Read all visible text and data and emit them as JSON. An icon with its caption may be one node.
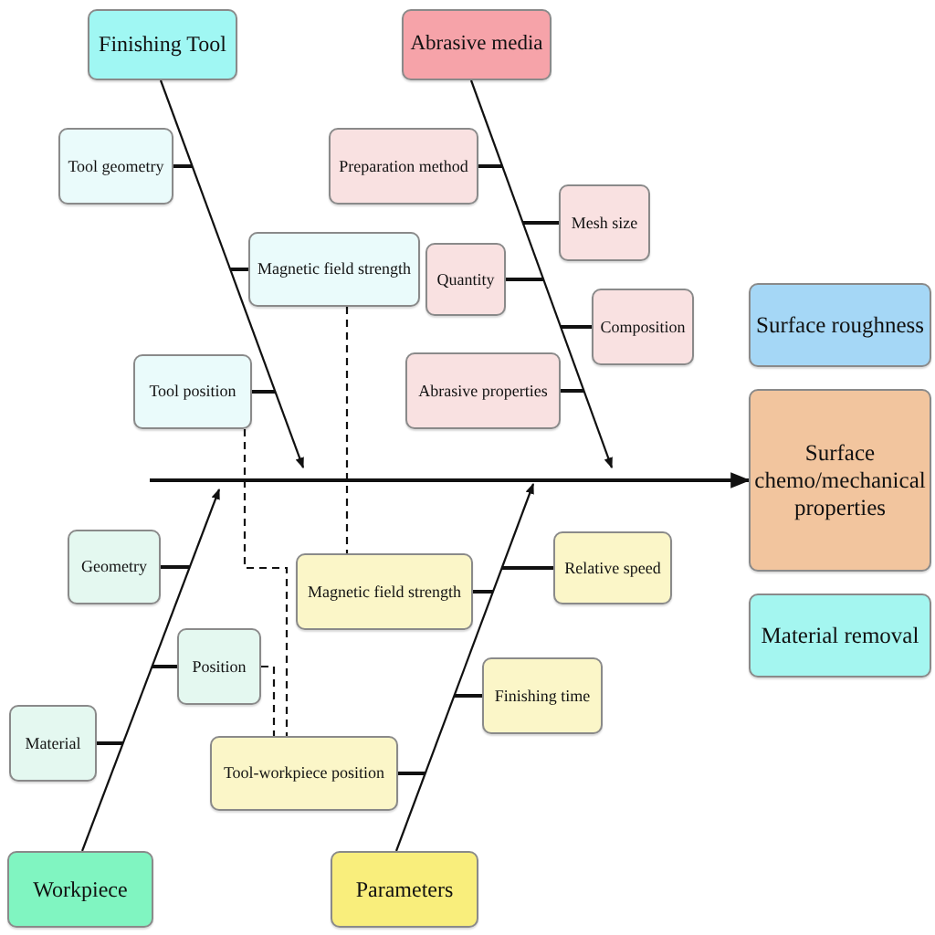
{
  "diagram": {
    "nodes": [
      {
        "text": [
          "Finishing Tool"
        ]
      },
      {
        "text": [
          "Abrasive media"
        ]
      },
      {
        "text": [
          "Tool geometry"
        ]
      },
      {
        "text": [
          "Preparation method"
        ]
      },
      {
        "text": [
          "Magnetic field strength"
        ]
      },
      {
        "text": [
          "Mesh size"
        ]
      },
      {
        "text": [
          "Quantity"
        ]
      },
      {
        "text": [
          "Composition"
        ]
      },
      {
        "text": [
          "Tool position"
        ]
      },
      {
        "text": [
          "Abrasive properties"
        ]
      },
      {
        "text": [
          "Surface roughness"
        ]
      },
      {
        "text": [
          "Surface chemo/mechanical properties"
        ]
      },
      {
        "text": [
          "Material removal"
        ]
      },
      {
        "text": [
          "Geometry"
        ]
      },
      {
        "text": [
          "Magnetic field strength"
        ]
      },
      {
        "text": [
          "Relative speed"
        ]
      },
      {
        "text": [
          "Position"
        ]
      },
      {
        "text": [
          "Finishing time"
        ]
      },
      {
        "text": [
          "Material"
        ]
      },
      {
        "text": [
          "Tool-workpiece position"
        ]
      },
      {
        "text": [
          "Workpiece"
        ]
      },
      {
        "text": [
          "Parameters"
        ]
      }
    ],
    "edges": [
      {
        "from": null,
        "to": 11,
        "arrow": "to"
      },
      {
        "from": 0,
        "to": null,
        "arrow": "to"
      },
      {
        "from": 1,
        "to": null,
        "arrow": "to"
      },
      {
        "from": 20,
        "to": null,
        "arrow": "to"
      },
      {
        "from": 21,
        "to": null,
        "arrow": "to"
      },
      {
        "from": 2,
        "to": null,
        "arrow": "none"
      },
      {
        "from": 4,
        "to": null,
        "arrow": "none"
      },
      {
        "from": 8,
        "to": null,
        "arrow": "none"
      },
      {
        "from": 3,
        "to": null,
        "arrow": "none"
      },
      {
        "from": 5,
        "to": null,
        "arrow": "none"
      },
      {
        "from": 6,
        "to": null,
        "arrow": "none"
      },
      {
        "from": 7,
        "to": null,
        "arrow": "none"
      },
      {
        "from": 9,
        "to": null,
        "arrow": "none"
      },
      {
        "from": 13,
        "to": null,
        "arrow": "none"
      },
      {
        "from": 16,
        "to": null,
        "arrow": "none"
      },
      {
        "from": 18,
        "to": null,
        "arrow": "none"
      },
      {
        "from": 14,
        "to": null,
        "arrow": "none"
      },
      {
        "from": 15,
        "to": null,
        "arrow": "none"
      },
      {
        "from": 17,
        "to": null,
        "arrow": "none"
      },
      {
        "from": 19,
        "to": null,
        "arrow": "none"
      },
      {
        "from": 4,
        "to": 14,
        "arrow": "none",
        "style": "dashed"
      },
      {
        "from": 8,
        "to": 19,
        "arrow": "none",
        "style": "dashed"
      },
      {
        "from": 16,
        "to": 19,
        "arrow": "none",
        "style": "dashed"
      }
    ]
  }
}
